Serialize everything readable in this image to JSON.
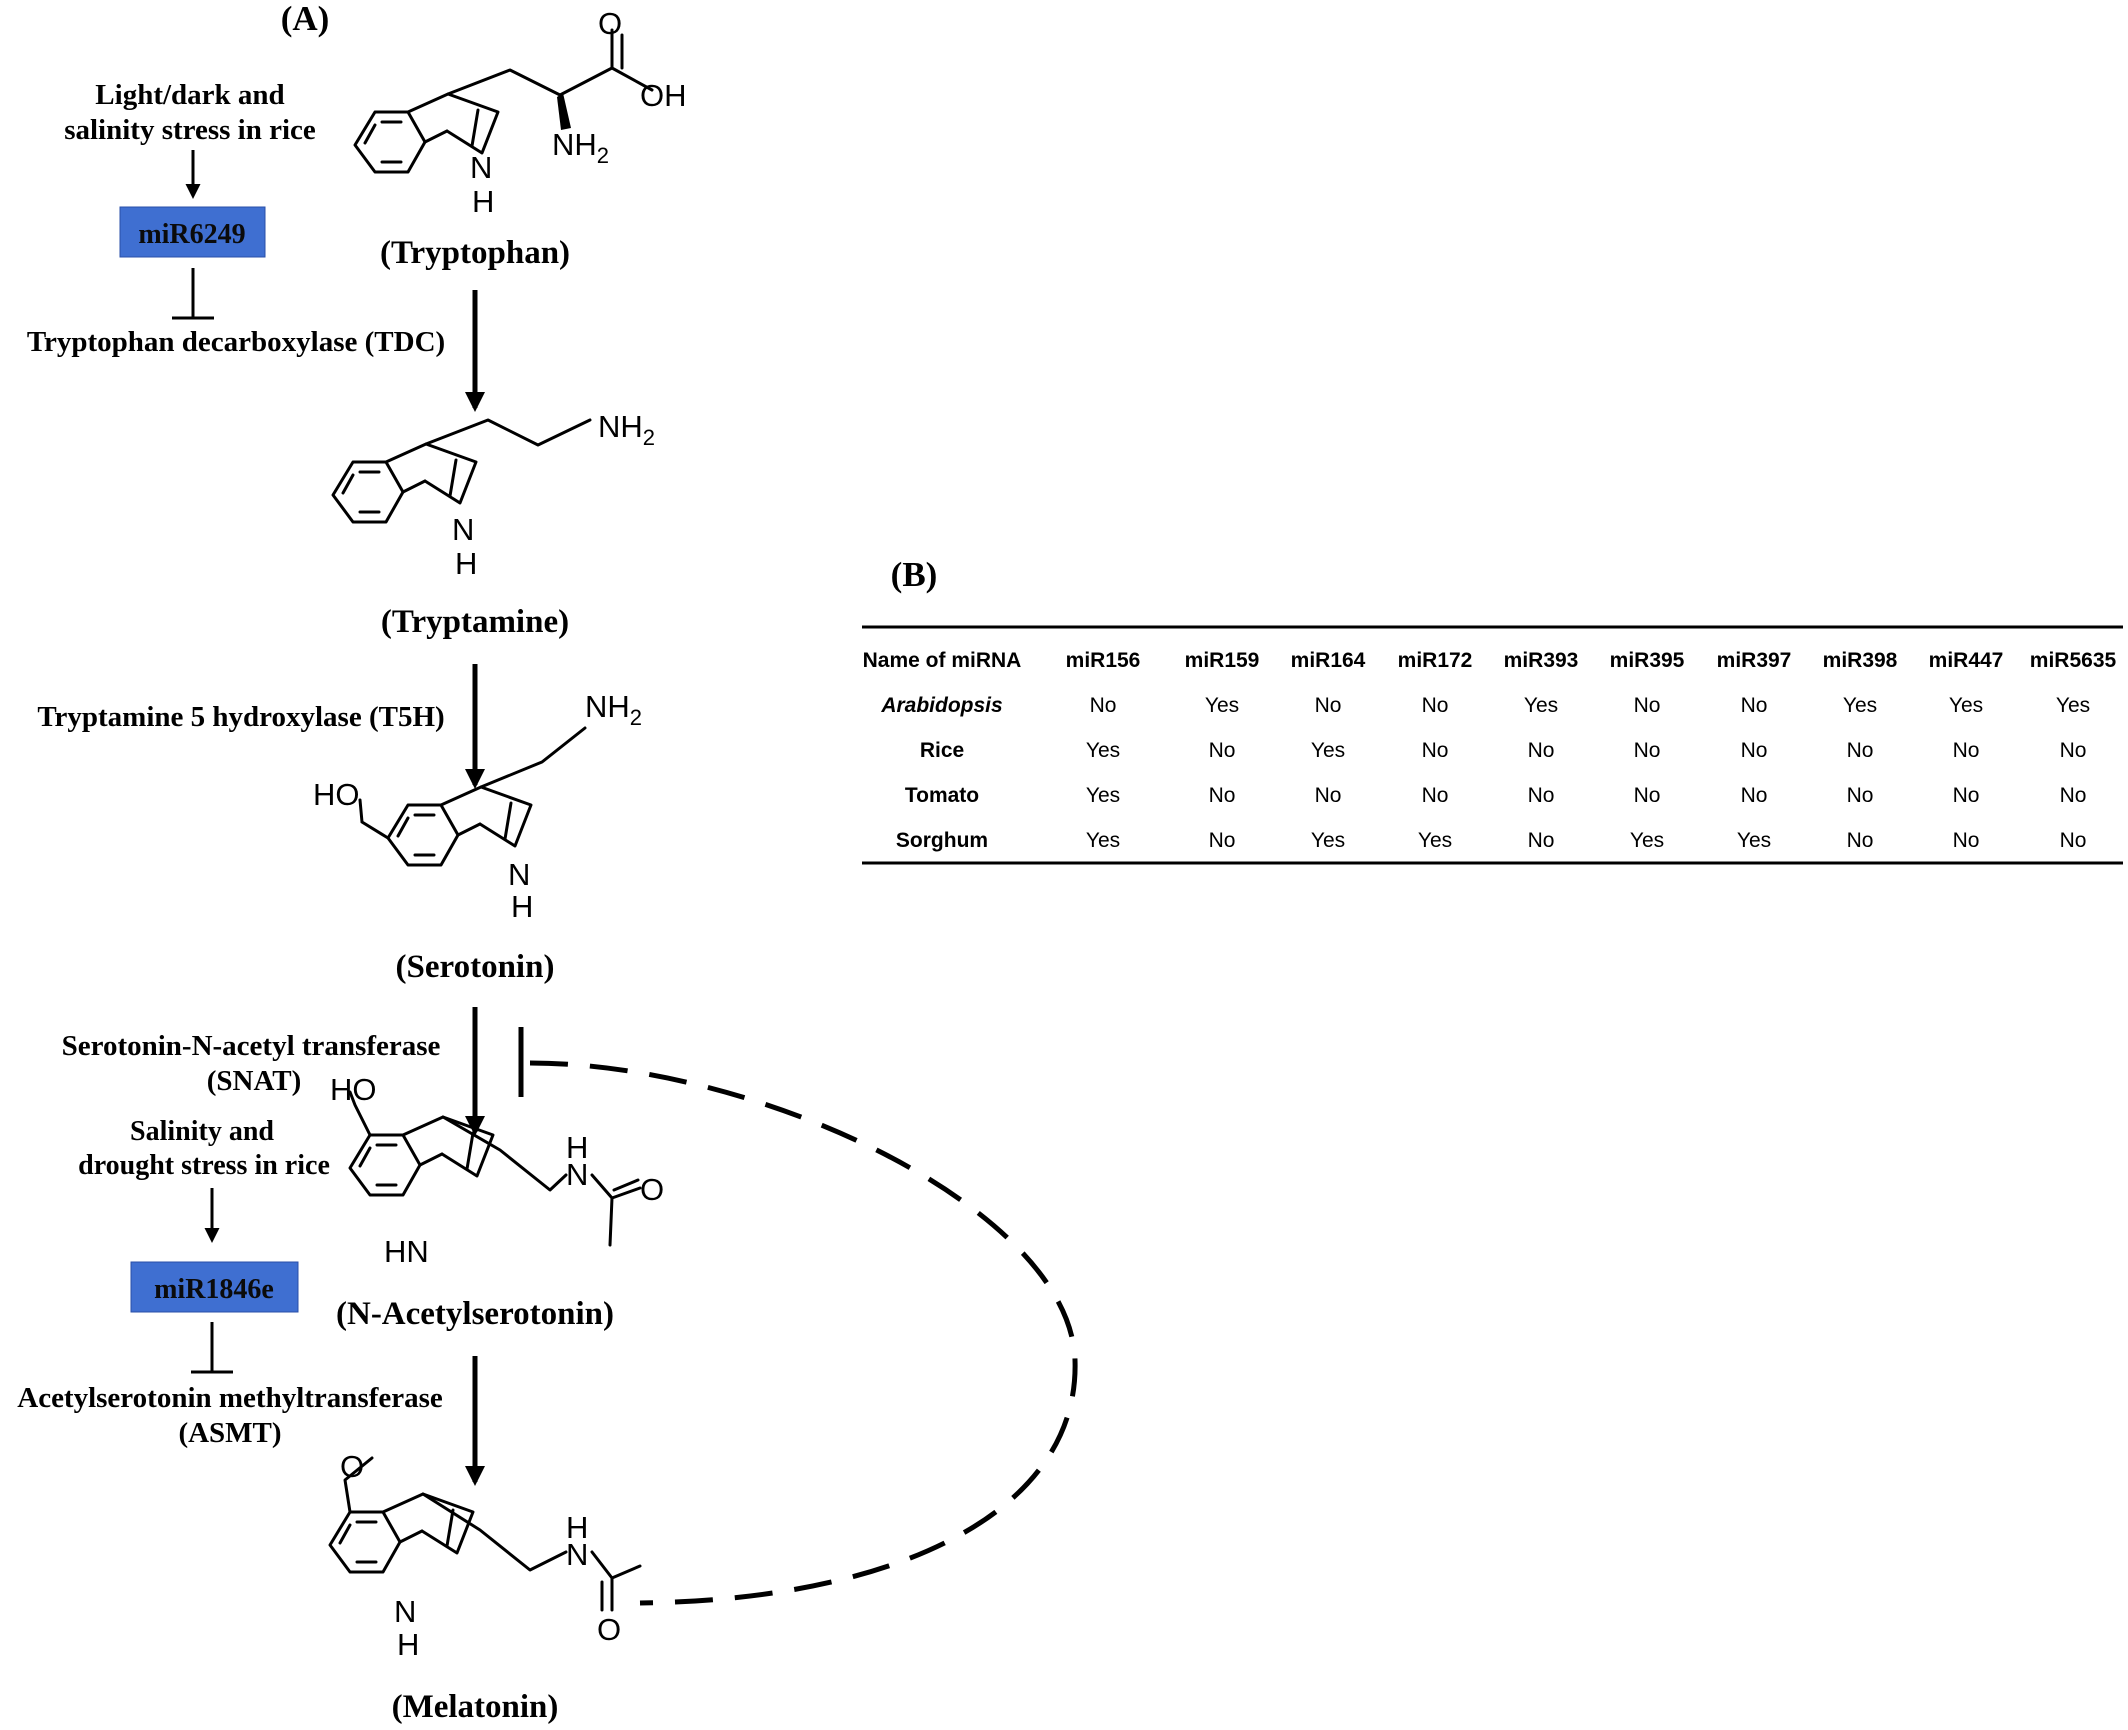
{
  "panel_a": {
    "label": "(A)",
    "compounds": {
      "tryptophan": "(Tryptophan)",
      "tryptamine": "(Tryptamine)",
      "serotonin": "(Serotonin)",
      "n_acetylserotonin": "(N-Acetylserotonin)",
      "melatonin": "(Melatonin)"
    },
    "enzymes": {
      "tdc": "Tryptophan decarboxylase (TDC)",
      "t5h": "Tryptamine 5 hydroxylase (T5H)",
      "snat_line1": "Serotonin-N-acetyl transferase",
      "snat_line2": "(SNAT)",
      "asmt_line1": "Acetylserotonin methyltransferase",
      "asmt_line2": "(ASMT)"
    },
    "stresses": {
      "s1_line1": "Light/dark and",
      "s1_line2": "salinity stress in rice",
      "s2_line1": "Salinity and",
      "s2_line2": "drought stress in rice"
    },
    "mirnas": {
      "m1": "miR6249",
      "m2": "miR1846e"
    },
    "atoms": {
      "o": "O",
      "oh": "OH",
      "nh": "NH",
      "h": "H",
      "n": "N",
      "ho": "HO",
      "hn": "HN",
      "sub2": "2"
    },
    "mir_box_color": "#3f6fd1"
  },
  "panel_b": {
    "label": "(B)",
    "header_label": "Name of miRNA",
    "columns": [
      "miR156",
      "miR159",
      "miR164",
      "miR172",
      "miR393",
      "miR395",
      "miR397",
      "miR398",
      "miR447",
      "miR5635"
    ],
    "rows": [
      {
        "species": "Arabidopsis",
        "values": [
          "No",
          "Yes",
          "No",
          "No",
          "Yes",
          "No",
          "No",
          "Yes",
          "Yes",
          "Yes"
        ]
      },
      {
        "species": "Rice",
        "values": [
          "Yes",
          "No",
          "Yes",
          "No",
          "No",
          "No",
          "No",
          "No",
          "No",
          "No"
        ]
      },
      {
        "species": "Tomato",
        "values": [
          "Yes",
          "No",
          "No",
          "No",
          "No",
          "No",
          "No",
          "No",
          "No",
          "No"
        ]
      },
      {
        "species": "Sorghum",
        "values": [
          "Yes",
          "No",
          "Yes",
          "Yes",
          "No",
          "Yes",
          "Yes",
          "No",
          "No",
          "No"
        ]
      }
    ]
  }
}
